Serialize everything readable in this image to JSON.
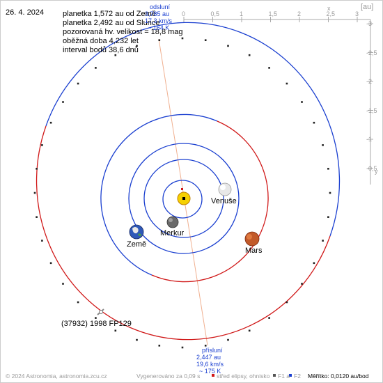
{
  "date": "26. 4. 2024",
  "info": {
    "line1": "planetka 1,572 au od Země",
    "line2": "planetka 2,492 au od Slunce",
    "line3": "pozorovaná hv. velikost = 18,8 mag",
    "line4": "oběžná doba 4,232 let",
    "line5": "interval bodů 38,6 dnů"
  },
  "aphelion": {
    "label": "odsluní",
    "distance": "3,785 au",
    "speed": "17,3 km/s",
    "temp": "~ 164 K"
  },
  "perihelion": {
    "label": "přísluní",
    "distance": "2,447 au",
    "speed": "19,6 km/s",
    "temp": "~ 175 K"
  },
  "scale": {
    "top_ticks": [
      "0",
      "0,5",
      "1",
      "1,5",
      "2",
      "2,5",
      "3"
    ],
    "right_ticks": [
      "-3",
      "-2,5",
      "-2",
      "-1,5",
      "-1",
      "-0,5"
    ],
    "unit": "[au]",
    "x_label": "x",
    "y_label": "y"
  },
  "planets": {
    "venus": "Venuše",
    "mercury": "Merkur",
    "earth": "Země",
    "mars": "Mars"
  },
  "asteroid_label": "(37932) 1998 FP129",
  "footer": {
    "copyright": "© 2024 Astronomia, astronomia.zcu.cz",
    "generated": "Vygenerováno za 0,09 s",
    "legend_center": "střed elipsy, ohnisko",
    "legend_f1": "F1 a",
    "legend_f2": "F2",
    "scale_label": "Měřítko: 0,0120 au/bod"
  },
  "colors": {
    "orbit_near": "#d01818",
    "orbit_far": "#1a3fd0",
    "line_of_apsides": "#f0b090",
    "sun": "#f5d000"
  }
}
